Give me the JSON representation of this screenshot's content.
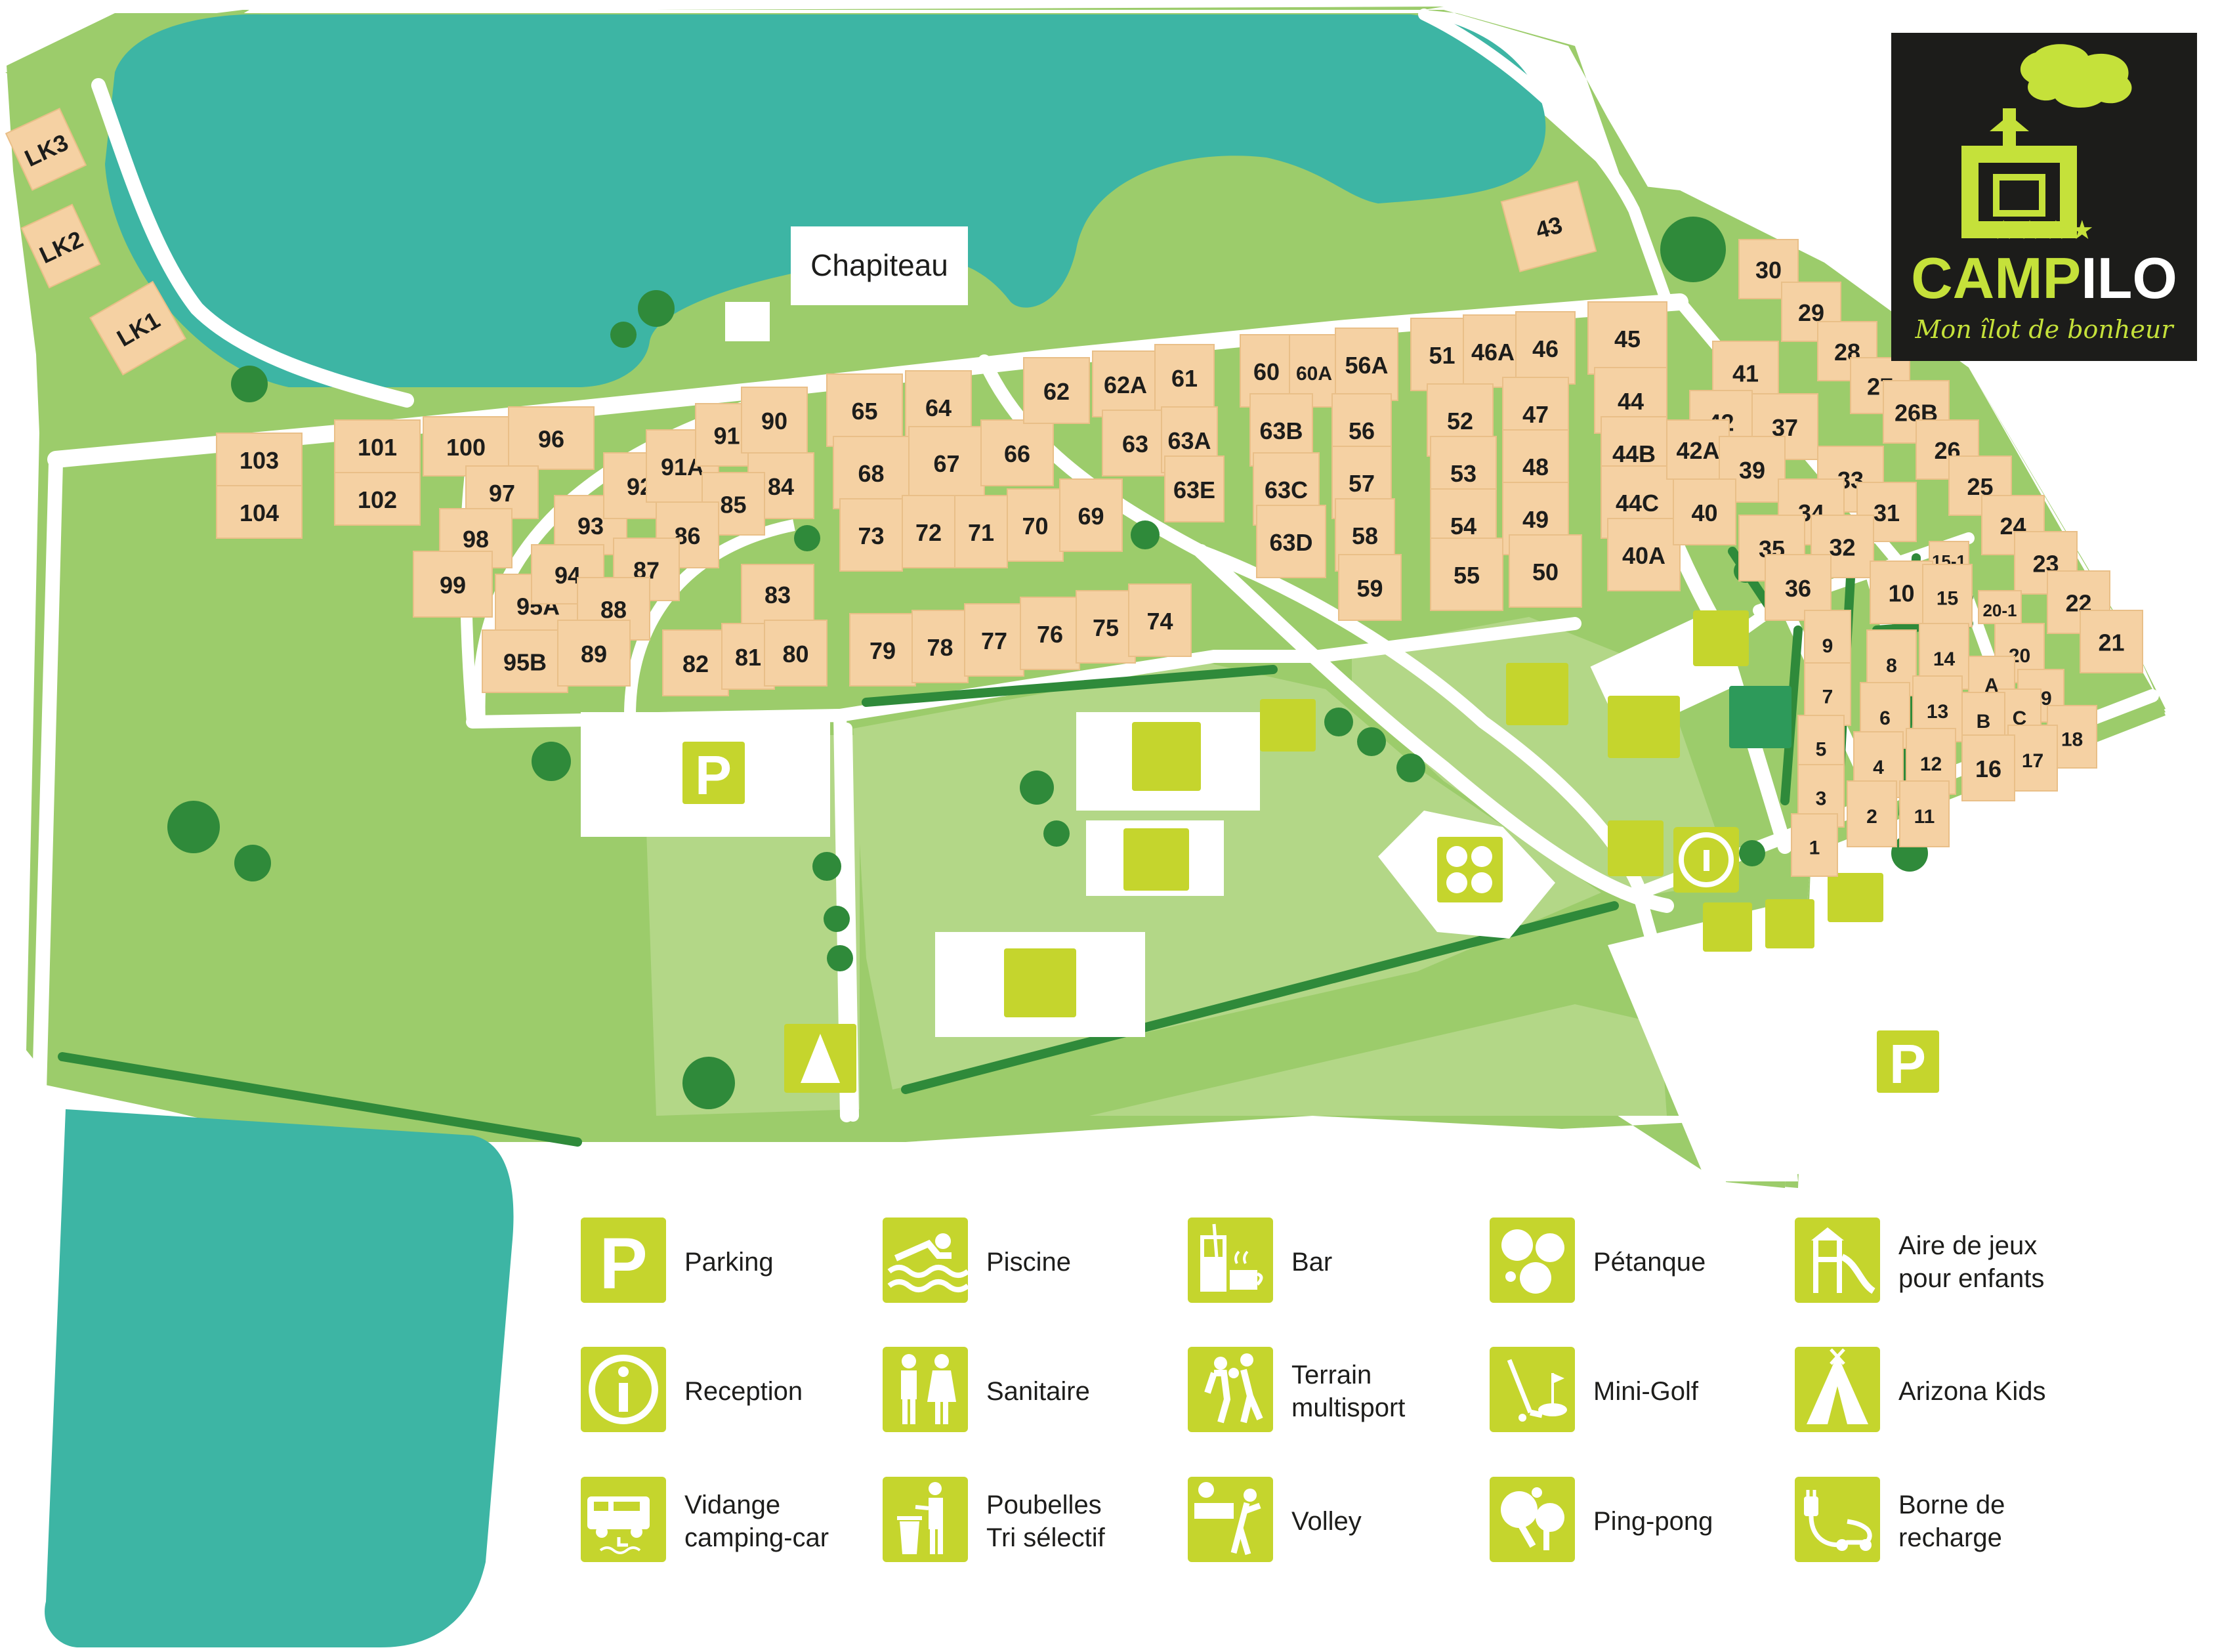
{
  "map": {
    "building_label": "Chapiteau",
    "pitches": [
      {
        "id": "LK3"
      },
      {
        "id": "LK2"
      },
      {
        "id": "LK1"
      },
      {
        "id": "43"
      },
      {
        "id": "103"
      },
      {
        "id": "104"
      },
      {
        "id": "101"
      },
      {
        "id": "102"
      },
      {
        "id": "100"
      },
      {
        "id": "96"
      },
      {
        "id": "97"
      },
      {
        "id": "98"
      },
      {
        "id": "99"
      },
      {
        "id": "95A"
      },
      {
        "id": "95B"
      },
      {
        "id": "93"
      },
      {
        "id": "94"
      },
      {
        "id": "92"
      },
      {
        "id": "91A"
      },
      {
        "id": "91"
      },
      {
        "id": "90"
      },
      {
        "id": "84"
      },
      {
        "id": "85"
      },
      {
        "id": "86"
      },
      {
        "id": "87"
      },
      {
        "id": "88"
      },
      {
        "id": "89"
      },
      {
        "id": "83"
      },
      {
        "id": "82"
      },
      {
        "id": "81"
      },
      {
        "id": "80"
      },
      {
        "id": "65"
      },
      {
        "id": "64"
      },
      {
        "id": "68"
      },
      {
        "id": "67"
      },
      {
        "id": "66"
      },
      {
        "id": "73"
      },
      {
        "id": "72"
      },
      {
        "id": "71"
      },
      {
        "id": "70"
      },
      {
        "id": "69"
      },
      {
        "id": "79"
      },
      {
        "id": "78"
      },
      {
        "id": "77"
      },
      {
        "id": "76"
      },
      {
        "id": "75"
      },
      {
        "id": "74"
      },
      {
        "id": "62"
      },
      {
        "id": "62A"
      },
      {
        "id": "61"
      },
      {
        "id": "63"
      },
      {
        "id": "63A"
      },
      {
        "id": "63E"
      },
      {
        "id": "60"
      },
      {
        "id": "60A"
      },
      {
        "id": "56A"
      },
      {
        "id": "63B"
      },
      {
        "id": "56"
      },
      {
        "id": "63C"
      },
      {
        "id": "57"
      },
      {
        "id": "63D"
      },
      {
        "id": "58"
      },
      {
        "id": "59"
      },
      {
        "id": "51"
      },
      {
        "id": "46A"
      },
      {
        "id": "46"
      },
      {
        "id": "52"
      },
      {
        "id": "47"
      },
      {
        "id": "53"
      },
      {
        "id": "48"
      },
      {
        "id": "54"
      },
      {
        "id": "49"
      },
      {
        "id": "55"
      },
      {
        "id": "50"
      },
      {
        "id": "45"
      },
      {
        "id": "44"
      },
      {
        "id": "44B"
      },
      {
        "id": "44C"
      },
      {
        "id": "40A"
      },
      {
        "id": "41"
      },
      {
        "id": "42"
      },
      {
        "id": "42A"
      },
      {
        "id": "37"
      },
      {
        "id": "39"
      },
      {
        "id": "40"
      },
      {
        "id": "30"
      },
      {
        "id": "29"
      },
      {
        "id": "28"
      },
      {
        "id": "27"
      },
      {
        "id": "26B"
      },
      {
        "id": "26"
      },
      {
        "id": "25"
      },
      {
        "id": "24"
      },
      {
        "id": "23"
      },
      {
        "id": "22"
      },
      {
        "id": "21"
      },
      {
        "id": "33"
      },
      {
        "id": "34"
      },
      {
        "id": "31"
      },
      {
        "id": "35"
      },
      {
        "id": "32"
      },
      {
        "id": "36"
      },
      {
        "id": "15-1"
      },
      {
        "id": "10"
      },
      {
        "id": "15"
      },
      {
        "id": "20-1"
      },
      {
        "id": "9"
      },
      {
        "id": "7"
      },
      {
        "id": "5"
      },
      {
        "id": "3"
      },
      {
        "id": "1"
      },
      {
        "id": "8"
      },
      {
        "id": "6"
      },
      {
        "id": "4"
      },
      {
        "id": "2"
      },
      {
        "id": "14"
      },
      {
        "id": "13"
      },
      {
        "id": "12"
      },
      {
        "id": "11"
      },
      {
        "id": "20"
      },
      {
        "id": "A"
      },
      {
        "id": "19"
      },
      {
        "id": "C"
      },
      {
        "id": "B"
      },
      {
        "id": "18"
      },
      {
        "id": "17"
      },
      {
        "id": "16"
      }
    ]
  },
  "logo": {
    "stars": "★★★★",
    "name_part1": "CAMP",
    "name_part2": "ILO",
    "tagline": "Mon îlot de bonheur"
  },
  "legend": [
    {
      "icon": "parking-icon",
      "label": "Parking"
    },
    {
      "icon": "swimming-pool-icon",
      "label": "Piscine"
    },
    {
      "icon": "bar-icon",
      "label": "Bar"
    },
    {
      "icon": "petanque-icon",
      "label": "Pétanque"
    },
    {
      "icon": "playground-slide-icon",
      "label": "Aire de jeux\npour enfants"
    },
    {
      "icon": "reception-info-icon",
      "label": "Reception"
    },
    {
      "icon": "sanitary-icon",
      "label": "Sanitaire"
    },
    {
      "icon": "multisport-icon",
      "label": "Terrain\nmultisport"
    },
    {
      "icon": "mini-golf-icon",
      "label": "Mini-Golf"
    },
    {
      "icon": "teepee-icon",
      "label": "Arizona Kids"
    },
    {
      "icon": "camper-drain-icon",
      "label": "Vidange\ncamping-car"
    },
    {
      "icon": "recycling-bin-icon",
      "label": "Poubelles\nTri sélectif"
    },
    {
      "icon": "volleyball-icon",
      "label": "Volley"
    },
    {
      "icon": "ping-pong-icon",
      "label": "Ping-pong"
    },
    {
      "icon": "ev-charging-icon",
      "label": "Borne de\nrecharge"
    }
  ],
  "colors": {
    "water": "#3db5a4",
    "grass": "#9ccc6b",
    "grass_light": "#b7d98c",
    "pitch": "#f5d1a3",
    "path": "#ffffff",
    "hedge": "#2f8a3a",
    "icon": "#c5d52d",
    "logo_bg": "#1c1c1a",
    "logo_accent": "#c5e13a"
  }
}
